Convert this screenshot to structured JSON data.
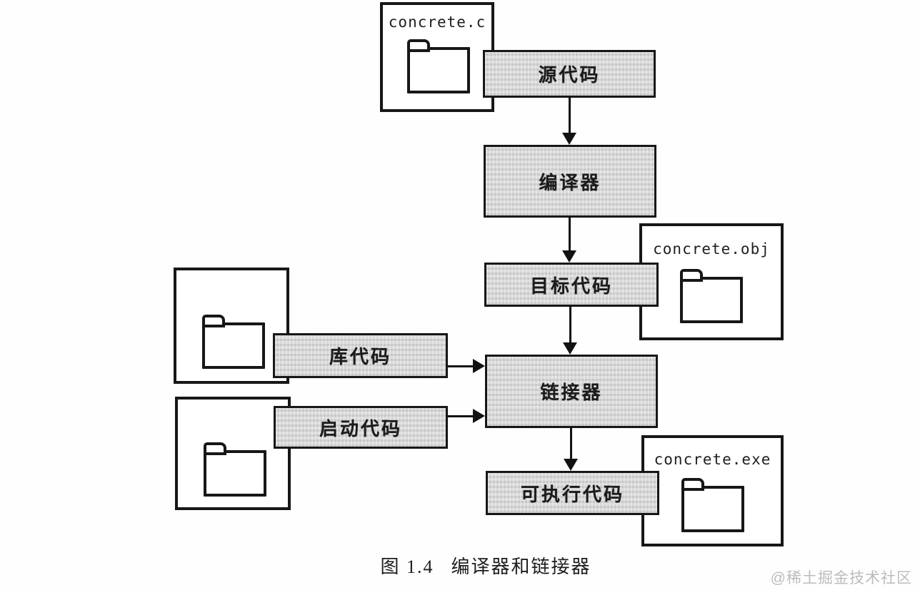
{
  "files": {
    "source": {
      "name": "concrete.c"
    },
    "object": {
      "name": "concrete.obj"
    },
    "executable": {
      "name": "concrete.exe"
    }
  },
  "nodes": {
    "source_code": {
      "label": "源代码"
    },
    "compiler": {
      "label": "编译器"
    },
    "object_code": {
      "label": "目标代码"
    },
    "linker": {
      "label": "链接器"
    },
    "executable_code": {
      "label": "可执行代码"
    },
    "library_code": {
      "label": "库代码"
    },
    "startup_code": {
      "label": "启动代码"
    }
  },
  "caption": {
    "prefix": "图 1.4",
    "title": "编译器和链接器"
  },
  "watermark": "@稀土掘金技术社区",
  "colors": {
    "node_fill": "#d6d6d6",
    "border": "#171717",
    "background": "#fefefe",
    "watermark_text": "#bcbcbc"
  }
}
